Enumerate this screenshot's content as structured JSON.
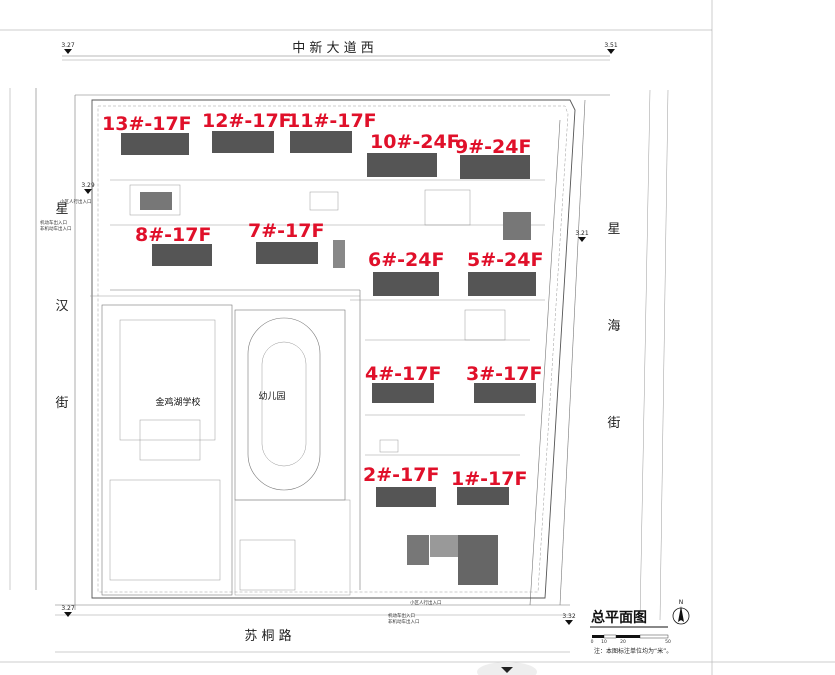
{
  "roads": {
    "north": "中 新 大 道 西",
    "south": "苏 桐 路",
    "west": "星 汉 街",
    "east": "星 海 街"
  },
  "elevations": [
    "3.27",
    "3.51",
    "3.29",
    "3.21",
    "3.27",
    "3.32"
  ],
  "buildings": [
    {
      "id": "b13",
      "label": "13#-17F"
    },
    {
      "id": "b12",
      "label": "12#-17F"
    },
    {
      "id": "b11",
      "label": "11#-17F"
    },
    {
      "id": "b10",
      "label": "10#-24F"
    },
    {
      "id": "b9",
      "label": "9#-24F"
    },
    {
      "id": "b8",
      "label": "8#-17F"
    },
    {
      "id": "b7",
      "label": "7#-17F"
    },
    {
      "id": "b6",
      "label": "6#-24F"
    },
    {
      "id": "b5",
      "label": "5#-24F"
    },
    {
      "id": "b4",
      "label": "4#-17F"
    },
    {
      "id": "b3",
      "label": "3#-17F"
    },
    {
      "id": "b2",
      "label": "2#-17F"
    },
    {
      "id": "b1",
      "label": "1#-17F"
    }
  ],
  "areas": {
    "school": "金鸡湖学校",
    "kindergarten": "幼儿园"
  },
  "legend": {
    "title": "总平面图",
    "north": "N",
    "scale": [
      "0",
      "10",
      "20",
      "50"
    ],
    "note": "注：本图标注单位均为“米”。"
  },
  "entrances": {
    "pedestrian_west": "小区人行出入口",
    "vehicle_west_1": "机动车出入口",
    "vehicle_west_2": "非机动车出入口",
    "pedestrian_south": "小区人行出入口",
    "vehicle_south_1": "机动车出入口",
    "vehicle_south_2": "非机动车出入口"
  }
}
